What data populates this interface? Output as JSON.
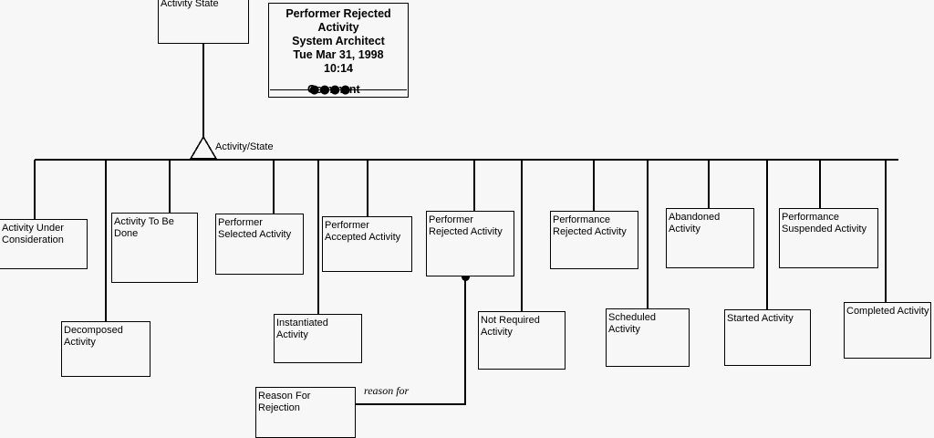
{
  "diagram": {
    "type": "uml-class-generalization-diagram",
    "background_color": "#f7f7f7",
    "line_color": "#000000",
    "title_block": {
      "line1": "Performer Rejected",
      "line2": "Activity",
      "line3": "System Architect",
      "line4": "Tue Mar 31, 1998",
      "line5": "10:14",
      "comment_label": "Comment",
      "comment_dots": "●●●●"
    },
    "generalization": {
      "label": "Activity/State",
      "marker": "hollow-triangle"
    },
    "association": {
      "label": "reason for",
      "marker": "filled-circle"
    },
    "superclass": {
      "label": "Activity State"
    },
    "subclasses": [
      {
        "id": "activity-under-consideration",
        "label": "Activity Under\nConsideration"
      },
      {
        "id": "activity-to-be-done",
        "label": "Activity To Be\nDone"
      },
      {
        "id": "decomposed-activity",
        "label": "Decomposed\nActivity"
      },
      {
        "id": "performer-selected-activity",
        "label": "Performer\nSelected Activity"
      },
      {
        "id": "instantiated-activity",
        "label": "Instantiated Activity"
      },
      {
        "id": "performer-accepted-activity",
        "label": "Performer\nAccepted Activity"
      },
      {
        "id": "performer-rejected-activity",
        "label": "Performer\nRejected Activity"
      },
      {
        "id": "not-required-activity",
        "label": "Not Required\nActivity"
      },
      {
        "id": "performance-rejected-activity",
        "label": "Performance\nRejected Activity"
      },
      {
        "id": "scheduled-activity",
        "label": "Scheduled Activity"
      },
      {
        "id": "abandoned-activity",
        "label": "Abandoned\nActivity"
      },
      {
        "id": "started-activity",
        "label": "Started Activity"
      },
      {
        "id": "performance-suspended-activity",
        "label": "Performance\nSuspended Activity"
      },
      {
        "id": "completed-activity",
        "label": "Completed Activity"
      }
    ],
    "related": [
      {
        "id": "reason-for-rejection",
        "label": "Reason For Rejection"
      }
    ]
  }
}
